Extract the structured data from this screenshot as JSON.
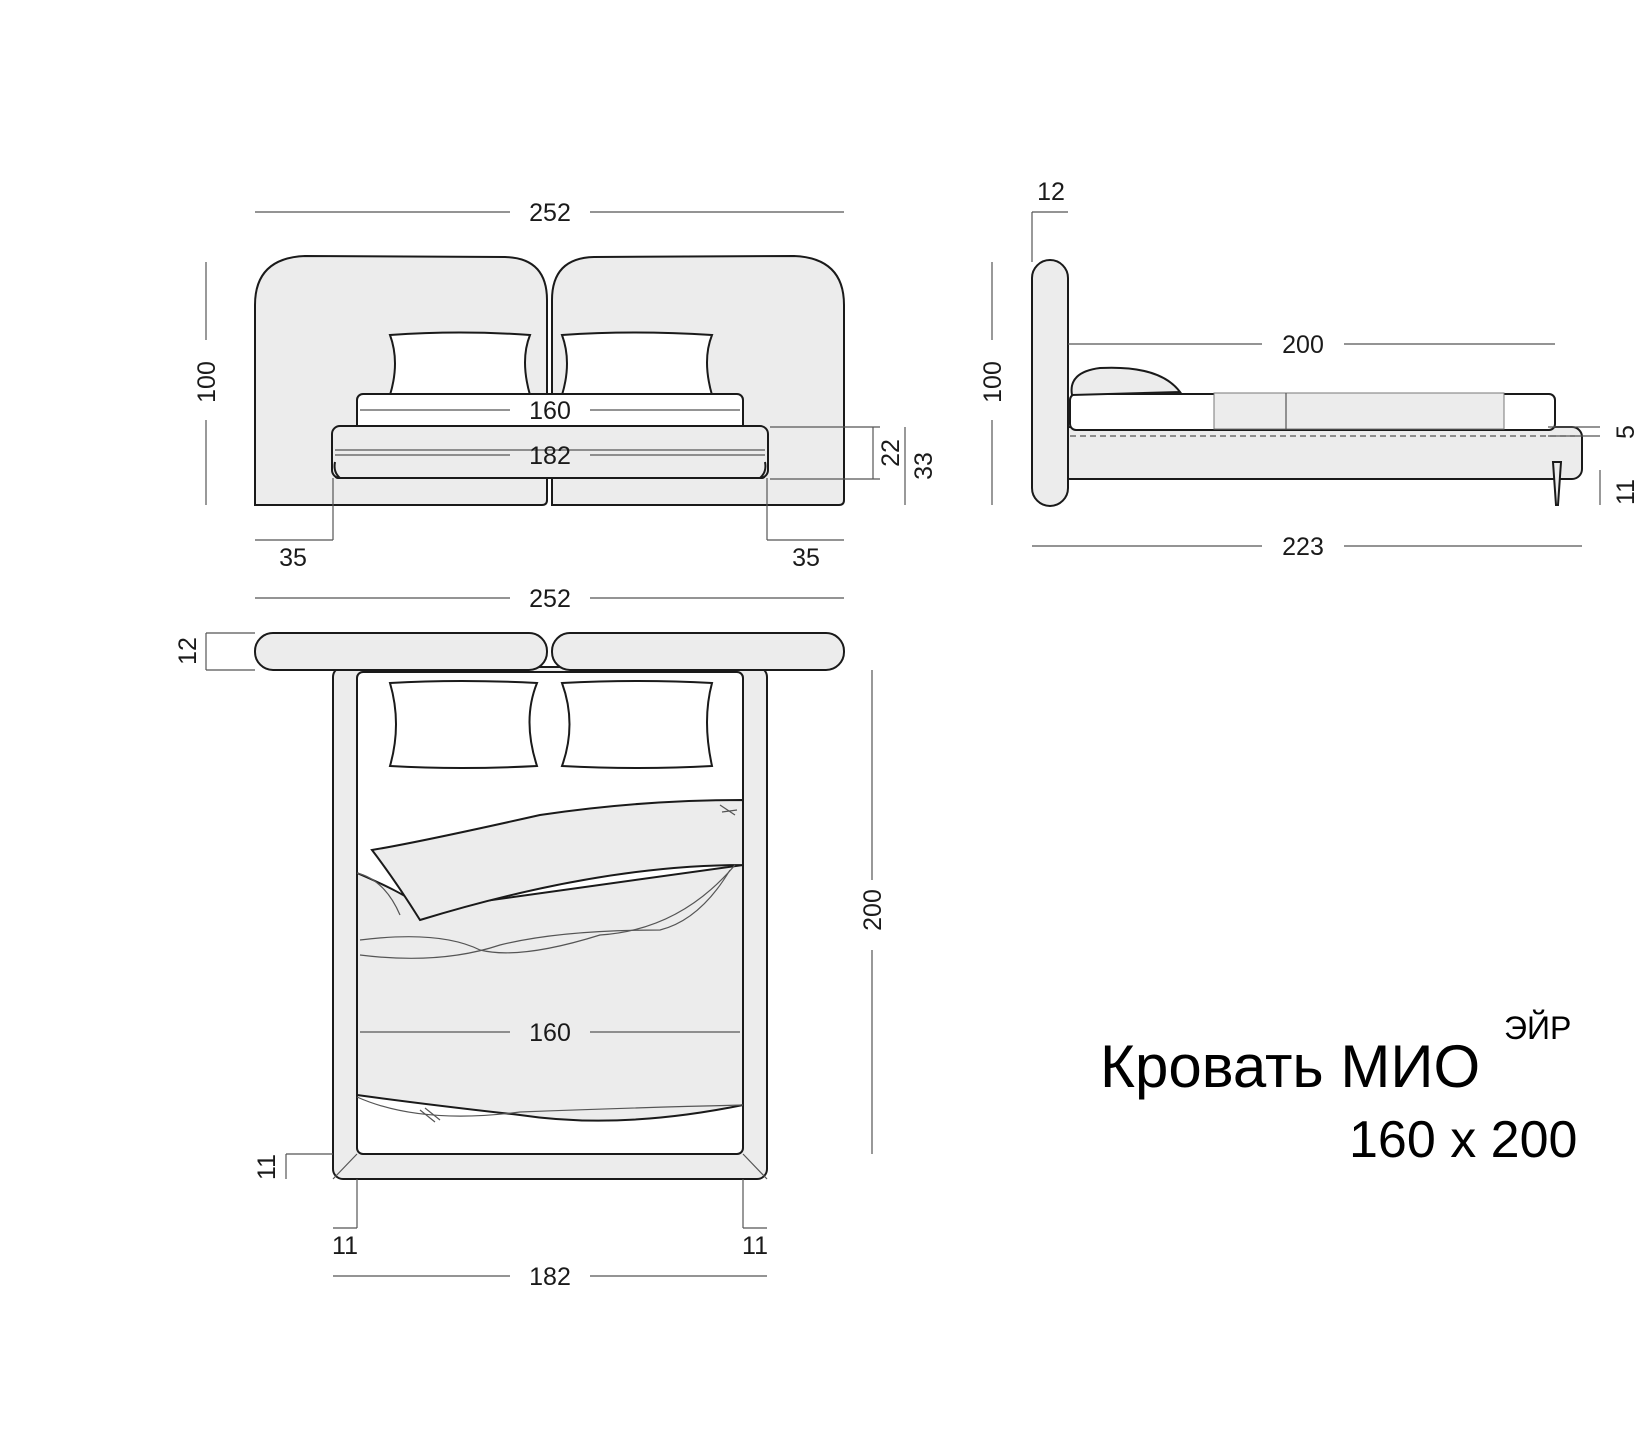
{
  "product": {
    "name": "Кровать МИО",
    "superscript": "ЭЙР",
    "size": "160 x 200"
  },
  "front_view": {
    "total_width": "252",
    "height": "100",
    "mattress_width": "160",
    "frame_width": "182",
    "frame_height": "22",
    "total_frame_height": "33",
    "left_offset": "35",
    "right_offset": "35"
  },
  "side_view": {
    "headboard_thickness": "12",
    "height": "100",
    "mattress_length": "200",
    "mattress_height": "5",
    "leg_height": "11",
    "total_length": "223"
  },
  "top_view": {
    "headboard_width": "252",
    "headboard_depth": "12",
    "length": "200",
    "mattress_width": "160",
    "frame_side": "11",
    "frame_left": "11",
    "frame_right": "11",
    "frame_width": "182"
  },
  "colors": {
    "fabric": "#ececec",
    "outline": "#1a1a1a",
    "dimension_line": "#555555"
  }
}
